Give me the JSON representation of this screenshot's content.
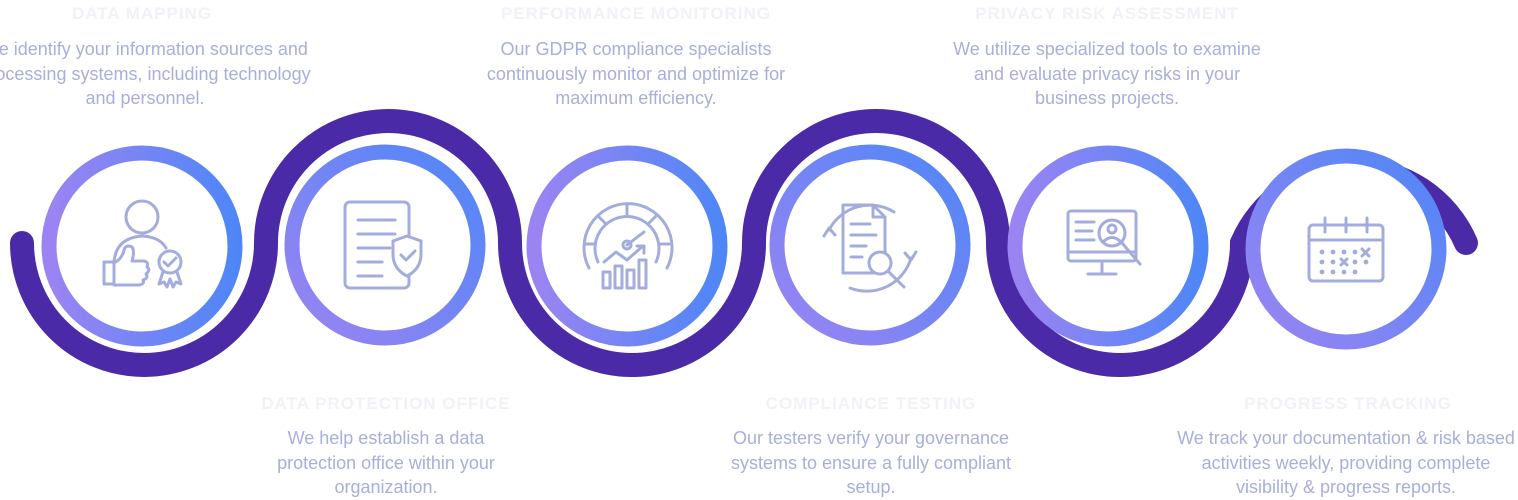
{
  "steps": [
    {
      "title": "DATA MAPPING",
      "description": "We identify your information sources and processing systems, including technology and personnel.",
      "icon": "user-thumbs-up-badge-icon"
    },
    {
      "title": "DATA PROTECTION OFFICE",
      "description": "We help establish a data protection office within your organization.",
      "icon": "document-shield-icon"
    },
    {
      "title": "PERFORMANCE MONITORING",
      "description": "Our GDPR compliance specialists continuously monitor and optimize for maximum efficiency.",
      "icon": "gauge-chart-icon"
    },
    {
      "title": "COMPLIANCE TESTING",
      "description": "Our testers verify your governance systems to ensure a fully compliant setup.",
      "icon": "document-search-cycle-icon"
    },
    {
      "title": "PRIVACY RISK ASSESSMENT",
      "description": "We utilize specialized tools to examine and evaluate privacy risks in your business projects.",
      "icon": "monitor-user-search-icon"
    },
    {
      "title": "PROGRESS TRACKING",
      "description": "We track your documentation & risk based activities weekly, providing complete visibility & progress reports.",
      "icon": "calendar-icon"
    }
  ],
  "colors": {
    "wave": "#4a2aa6",
    "ring_start": "#9b84f2",
    "ring_end": "#4f86f7",
    "icon": "#a4acdc",
    "text": "#a9aedb",
    "title": "#f1f2f8"
  }
}
